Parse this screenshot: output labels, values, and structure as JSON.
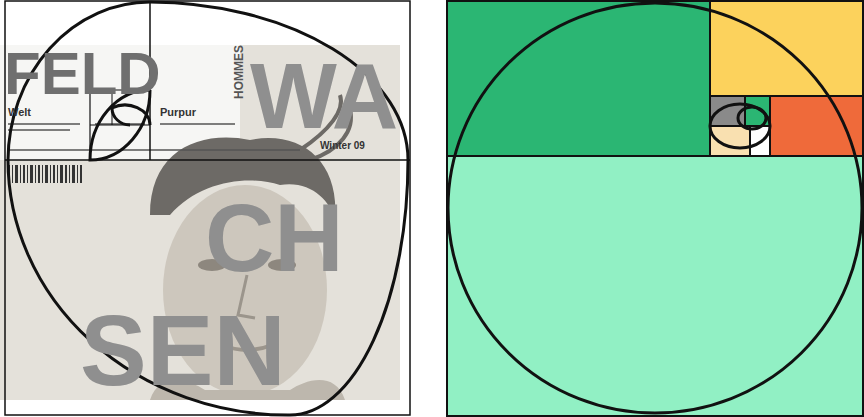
{
  "diagram": {
    "labels": [
      "FELD",
      "HOMMES",
      "Welt",
      "Purpur",
      "Winter 09",
      "WA",
      "CH",
      "SEN"
    ]
  }
}
